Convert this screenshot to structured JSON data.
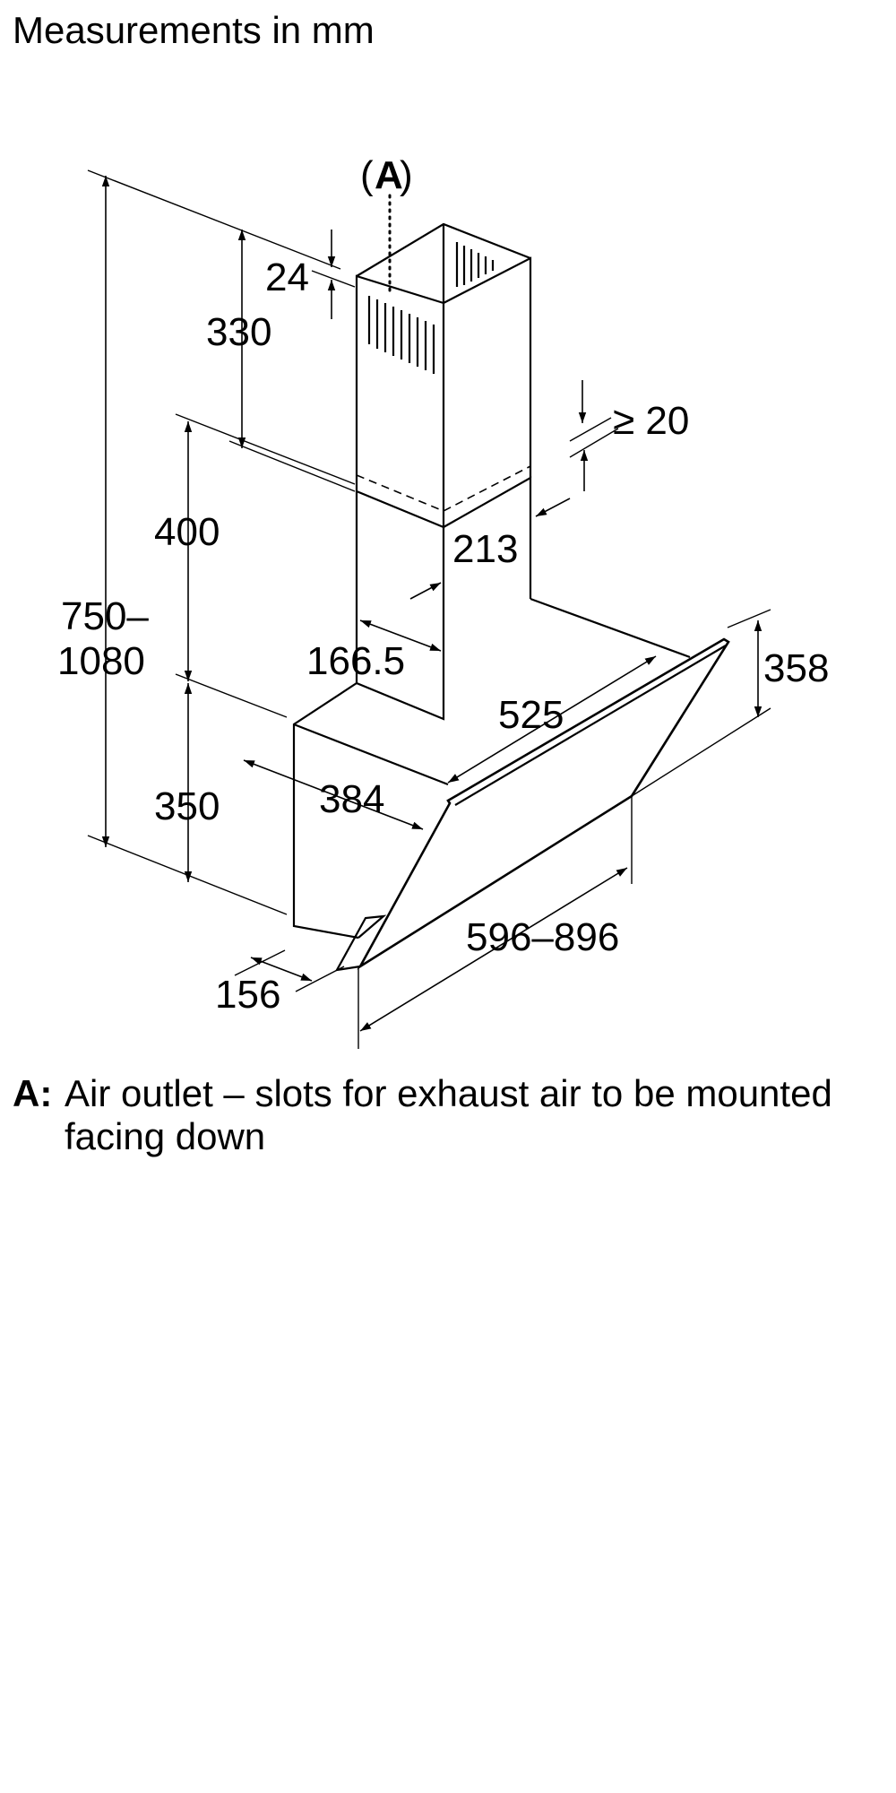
{
  "title": "Measurements in mm",
  "callout": {
    "open": "(",
    "letter": "A",
    "close": ")"
  },
  "dimensions": {
    "d24": "24",
    "d330": "330",
    "d20": "≥ 20",
    "d400": "400",
    "d213": "213",
    "d750_line1": "750–",
    "d750_line2": "1080",
    "d166": "166.5",
    "d358": "358",
    "d525": "525",
    "d350": "350",
    "d384": "384",
    "d596": "596–896",
    "d156": "156"
  },
  "legend": {
    "key": "A:",
    "text": "Air outlet – slots for exhaust air to be mounted facing down"
  }
}
